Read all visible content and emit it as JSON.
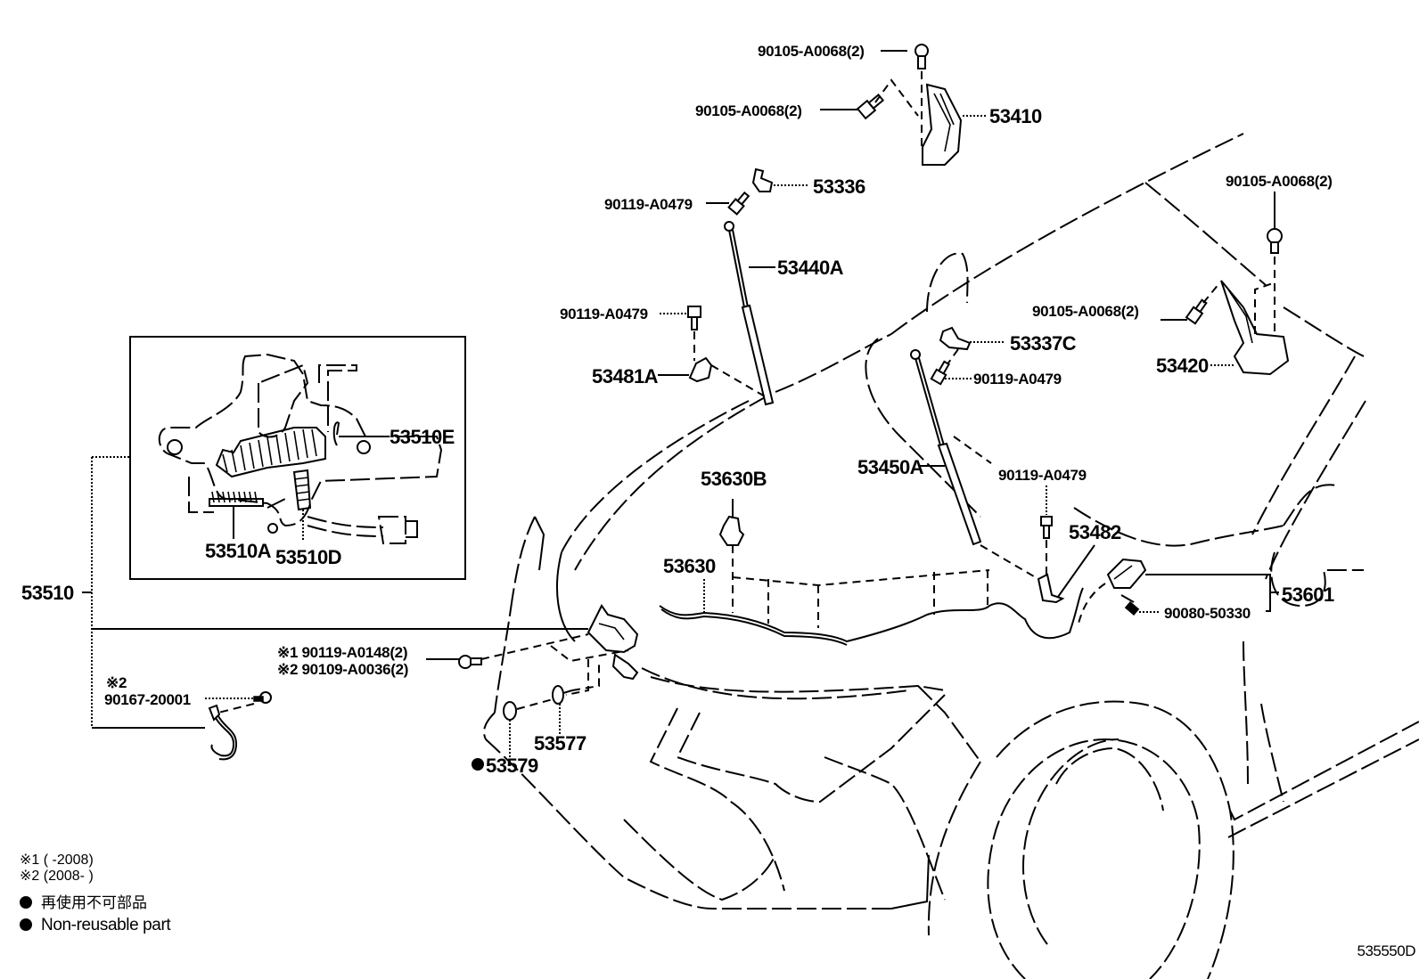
{
  "diagram": {
    "illustration_id": "535550D",
    "callouts": [
      {
        "id": "bolt-top-hinge-r-1",
        "part_no": "90105-A0068(2)",
        "desc": "bolt"
      },
      {
        "id": "bolt-top-hinge-r-2",
        "part_no": "90105-A0068(2)",
        "desc": "bolt"
      },
      {
        "id": "hinge-rh",
        "part_no": "53410",
        "desc": "hood hinge"
      },
      {
        "id": "stud-upper-rh",
        "part_no": "53336",
        "desc": "bracket"
      },
      {
        "id": "bolt-upper-rh",
        "part_no": "90119-A0479",
        "desc": "bolt"
      },
      {
        "id": "support-rh",
        "part_no": "53440A",
        "desc": "hood support"
      },
      {
        "id": "bolt-lower-rh",
        "part_no": "90119-A0479",
        "desc": "bolt"
      },
      {
        "id": "bracket-lower-rh",
        "part_no": "53481A",
        "desc": "bracket"
      },
      {
        "id": "bolt-hinge-lh-top",
        "part_no": "90105-A0068(2)",
        "desc": "bolt"
      },
      {
        "id": "bolt-hinge-lh-side",
        "part_no": "90105-A0068(2)",
        "desc": "bolt"
      },
      {
        "id": "hinge-lh",
        "part_no": "53420",
        "desc": "hood hinge"
      },
      {
        "id": "stud-upper-lh",
        "part_no": "53337C",
        "desc": "bracket"
      },
      {
        "id": "bolt-upper-lh",
        "part_no": "90119-A0479",
        "desc": "bolt"
      },
      {
        "id": "support-lh",
        "part_no": "53450A",
        "desc": "hood support"
      },
      {
        "id": "bolt-lower-lh",
        "part_no": "90119-A0479",
        "desc": "bolt"
      },
      {
        "id": "bracket-lower-lh",
        "part_no": "53482",
        "desc": "bracket"
      },
      {
        "id": "lever-release",
        "part_no": "53601",
        "desc": "release lever"
      },
      {
        "id": "screw-release",
        "part_no": "90080-50330",
        "desc": "screw"
      },
      {
        "id": "clamp-cable",
        "part_no": "53630B",
        "desc": "clamp"
      },
      {
        "id": "cable-release",
        "part_no": "53630",
        "desc": "release cable"
      },
      {
        "id": "lock-assy",
        "part_no": "53510",
        "desc": "hood lock assy"
      },
      {
        "id": "lock-spring-e",
        "part_no": "53510E",
        "desc": "spring"
      },
      {
        "id": "lock-spring-a",
        "part_no": "53510A",
        "desc": "spring"
      },
      {
        "id": "lock-spring-d",
        "part_no": "53510D",
        "desc": "spring"
      },
      {
        "id": "bolt-lock-1",
        "part_no": "※1 90119-A0148(2)",
        "desc": "bolt"
      },
      {
        "id": "bolt-lock-2",
        "part_no": "※2 90109-A0036(2)",
        "desc": "bolt"
      },
      {
        "id": "switch-note",
        "part_no": "※2",
        "desc": "note marker"
      },
      {
        "id": "switch-hood",
        "part_no": "90167-20001",
        "desc": "switch"
      },
      {
        "id": "cushion",
        "part_no": "53577",
        "desc": "cushion"
      },
      {
        "id": "seal",
        "part_no": "53579",
        "desc": "seal (non-reusable)",
        "non_reusable": true
      }
    ]
  },
  "legend": {
    "note1": "※1 (      -2008)",
    "note2": "※2 (2008-      )",
    "nonreusable_jp": "再使用不可部品",
    "nonreusable_en": "Non-reusable part"
  },
  "colors": {
    "ink": "#000000",
    "background": "#ffffff"
  }
}
